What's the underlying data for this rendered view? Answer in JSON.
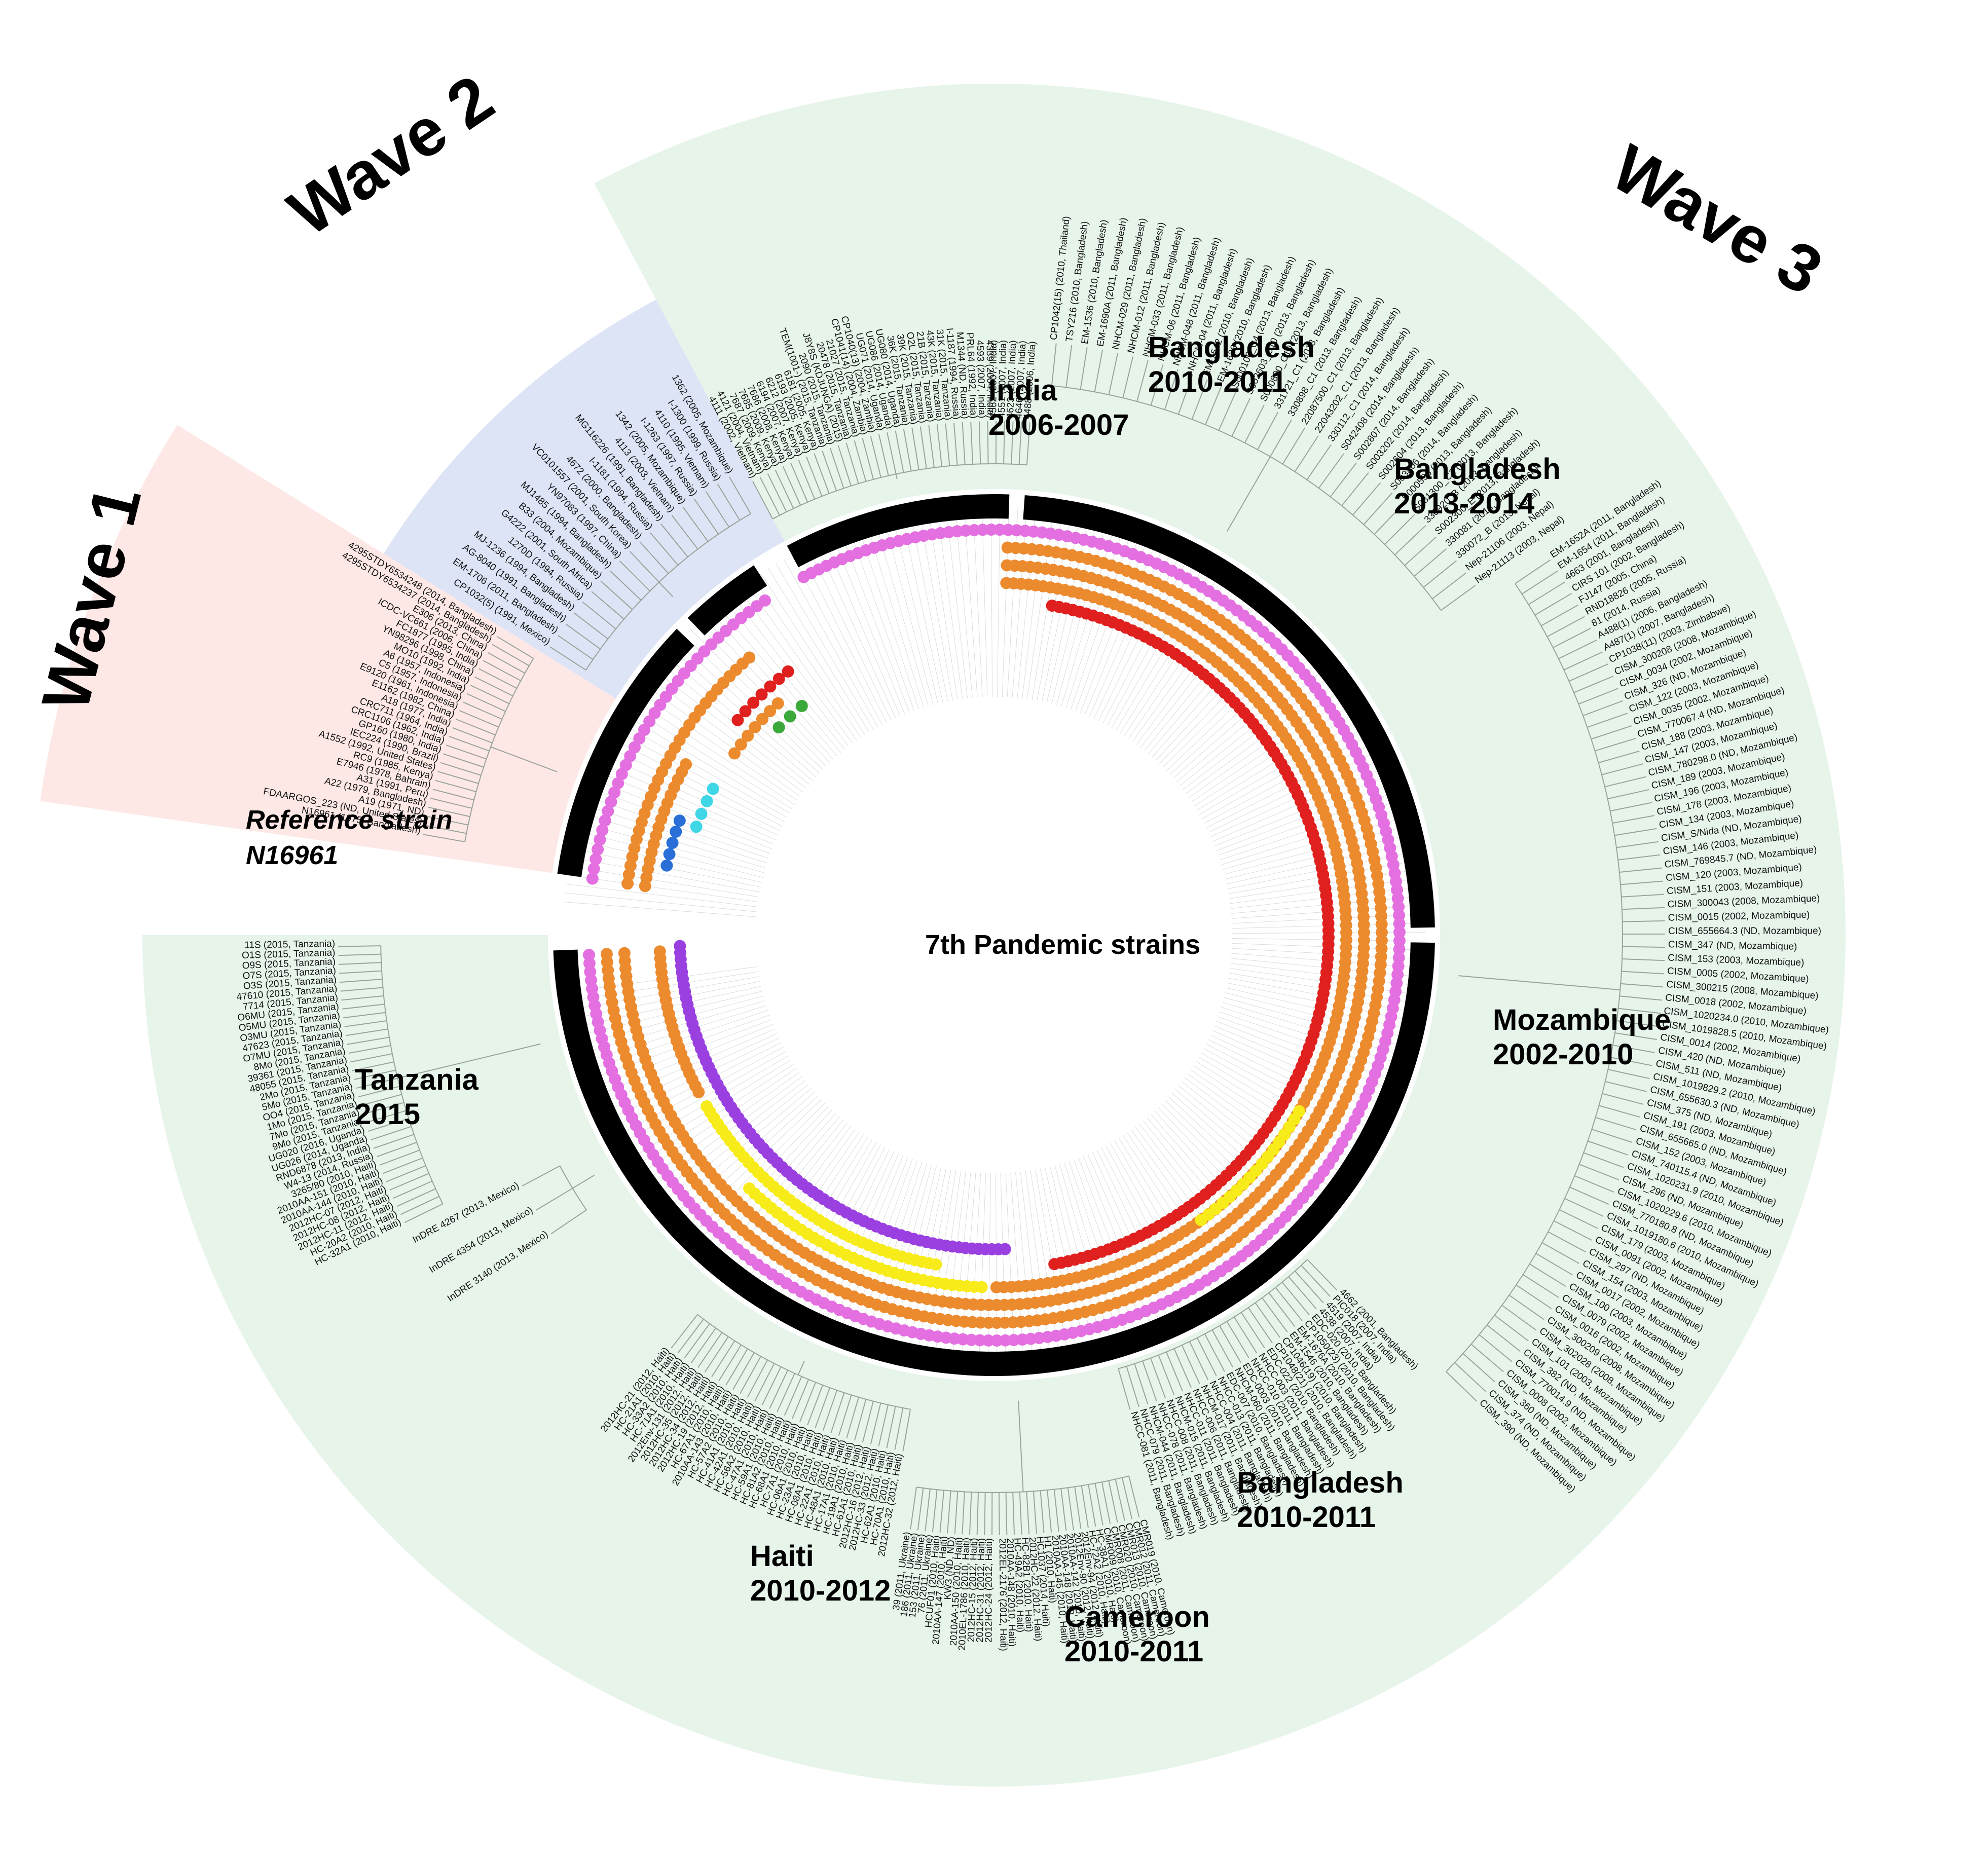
{
  "waves": [
    {
      "label": "Wave 1",
      "color": "#fde8e6"
    },
    {
      "label": "Wave 2",
      "color": "#dde4f6"
    },
    {
      "label": "Wave 3",
      "color": "#e6f4ea"
    }
  ],
  "lineages": [
    {
      "label": "India\n2006-2007"
    },
    {
      "label": "Bangladesh\n2010-2011"
    },
    {
      "label": "Bangladesh\n2013-2014"
    },
    {
      "label": "Mozambique\n2002-2010"
    },
    {
      "label": "Bangladesh\n2010-2011"
    },
    {
      "label": "Cameroon\n2010-2011"
    },
    {
      "label": "Haiti\n2010-2012"
    },
    {
      "label": "Tanzania\n2015"
    }
  ],
  "reference": {
    "line1": "Reference strain",
    "line2": "N16961"
  },
  "center_label": "7th Pandemic strains",
  "ring_colors": {
    "outer_bar": "#000000",
    "pink": "#e46fe0",
    "orange": "#ec8a2e",
    "yellow": "#f7ec1a",
    "red": "#e0201e",
    "purple": "#9a3fe0",
    "blue": "#2a6fd8",
    "cyan": "#3fd6e6",
    "green": "#3aa83a"
  },
  "leaves": {
    "wave1": [
      "N16961 (1975, Bangladesh)",
      "FDAARGOS_223 (ND, United States)",
      "A19 (1971, ND)",
      "A22 (1979, Bangladesh)",
      "A31 (1991, Peru)",
      "E7946 (1978, Bahrain)",
      "RC9 (1985, Kenya)",
      "A1552 (1992, United States)",
      "IEC224 (1990, Brazil)",
      "GP160 (1980, India)",
      "CRC1106 (1962, India)",
      "CRC711 (1964, India)",
      "A18 (1977, India)",
      "E1162 (1982, China)",
      "E9120 (1961, Indonesia)",
      "C5 (1957, Indonesia)",
      "A6 (1957, Indonesia)",
      "MO10 (1992, India)",
      "YN98296 (1998, China)",
      "FC1877 (1995, India)",
      "ICDC-VC661 (2006, China)",
      "E306 (2013, China)",
      "4295STDY6534237 (2014, Bangladesh)",
      "4295STDY6534248 (2014, Bangladesh)"
    ],
    "wave2": [
      "CP1032(5) (1991, Mexico)",
      "EM-1706 (2011, Bangladesh)",
      "AG-8040 (1991, Bangladesh)",
      "MJ-1236 (1994, Bangladesh)",
      "1270D (1994, Russia)",
      "G4222 (2001, South Africa)",
      "B33 (2004, Mozambique)",
      "MJ1485 (1994, Bangladesh)",
      "YN97083 (1997, China)",
      "VC0101557 (2001, South Korea)",
      "4672 (2000, Bangladesh)",
      "I-1181 (1994, Russia)",
      "MG116226 (1991, Bangladesh)",
      "4113 (2003, Vietnam)",
      "1342 (2005, Mozambique)",
      "I-1263 (1997, Russia)",
      "4110 (1995, Vietnam)",
      "I-1300 (1999, Russia)",
      "1362 (2005, Mozambique)"
    ],
    "wave3_a": [
      "4111 (2002, Vietnam)",
      "4121 (2004, Vietnam)",
      "7687 (2009, Kenya)",
      "7685 (2009, Kenya)",
      "7686 (2008, Kenya)",
      "6194 (2007, Kenya)",
      "6212 (2007, Kenya)",
      "6193 (2005, Kenya)",
      "6181 (2005, Kenya)",
      "TEM(1001-) (2015, Tanzania)",
      "2090 (2015, Tanzania)",
      "J8Y8S (KDJUNGA) (2015)",
      "20478 (2015, Tanzania)",
      "21027 (2015, Tanzania)",
      "CP1041(14) (2004, Zambia)",
      "CP1040(13) (2004, Zambia)",
      "UG071 (2014, Uganda)",
      "UG086 (2014, Uganda)",
      "UG080 (2014, Uganda)",
      "36K (2015, Tanzania)",
      "39K (2015, Tanzania)",
      "O2L (2015, Tanzania)",
      "21B (2015, Tanzania)",
      "43K (2015, Tanzania)",
      "31K (2015, Tanzania)",
      "I-1187 (1994, Russia)",
      "M1344 (ND, Russia)",
      "PRL64 (1992, India)",
      "4593 (2007, India)",
      "4339 (2004, India)",
      "4552 (2007, India)",
      "4551 (2007, India)",
      "4623 (2007, India)",
      "4646 (2007, India)",
      "4488 (2006, India)"
    ],
    "wave3_b": [
      "CP1042(15) (2010, Thailand)",
      "TSY216 (2010, Bangladesh)",
      "EM-1536 (2010, Bangladesh)",
      "EM-1690A (2011, Bangladesh)",
      "NHCM-029 (2011, Bangladesh)",
      "NHCM-012 (2011, Bangladesh)",
      "NHCM-033 (2011, Bangladesh)",
      "NHCM-06 (2011, Bangladesh)",
      "NHCM-048 (2011, Bangladesh)",
      "NHCM-04 (2011, Bangladesh)",
      "EM-1542 (2010, Bangladesh)",
      "EM-1626 (2010, Bangladesh)",
      "S000106_C4 (2013, Bangladesh)",
      "S002603_C10 (2013, Bangladesh)",
      "S000800_C10 (2013, Bangladesh)",
      "331721_C1 (2013, Bangladesh)",
      "330898_C1 (2013, Bangladesh)",
      "22087500_C1 (2013, Bangladesh)",
      "22043202_C1 (2013, Bangladesh)",
      "330112_C1 (2014, Bangladesh)",
      "S042408 (2014, Bangladesh)",
      "S002807 (2014, Bangladesh)",
      "S003202 (2014, Bangladesh)",
      "S002604 (2013, Bangladesh)",
      "S003806 (2014, Bangladesh)",
      "S000596 (2013, Bangladesh)",
      "S081300_C2 (2013, Bangladesh)",
      "330920_B (2013, Bangladesh)",
      "S002300_E (2013, Bangladesh)",
      "330081 (2014, Bangladesh)",
      "330072_B (2013, Nepal)",
      "Nep-21106 (2003, Nepal)",
      "Nep-21113 (2003, Nepal)"
    ],
    "wave3_c": [
      "EM-1652A (2011, Bangladesh)",
      "EM-1654 (2011, Bangladesh)",
      "4663 (2001, Bangladesh)",
      "CIRS 101 (2002, Bangladesh)",
      "FJ147 (2005, China)",
      "RND18826 (2005, Russia)",
      "81 (2014, Russia)",
      "A488(1) (2006, Bangladesh)",
      "A487(1) (2007, Bangladesh)",
      "CP1038(11) (2003, Zimbabwe)",
      "CISM_300208 (2008, Mozambique)",
      "CISM_0034 (2002, Mozambique)",
      "CISM_326 (ND, Mozambique)",
      "CISM_122 (2003, Mozambique)",
      "CISM_0035 (2002, Mozambique)",
      "CISM_770067.4 (ND, Mozambique)",
      "CISM_188 (2003, Mozambique)",
      "CISM_147 (2003, Mozambique)",
      "CISM_780298.0 (ND, Mozambique)",
      "CISM_189 (2003, Mozambique)",
      "CISM_196 (2003, Mozambique)",
      "CISM_178 (2003, Mozambique)",
      "CISM_134 (2003, Mozambique)",
      "CISM_S/Nida (ND, Mozambique)",
      "CISM_146 (2003, Mozambique)",
      "CISM_769845.7 (ND, Mozambique)",
      "CISM_120 (2003, Mozambique)",
      "CISM_151 (2003, Mozambique)",
      "CISM_300043 (2008, Mozambique)",
      "CISM_0015 (2002, Mozambique)",
      "CISM_655664.3 (ND, Mozambique)",
      "CISM_347 (ND, Mozambique)",
      "CISM_153 (2003, Mozambique)",
      "CISM_0005 (2002, Mozambique)",
      "CISM_300215 (2008, Mozambique)",
      "CISM_0018 (2002, Mozambique)",
      "CISM_1020234.0 (2010, Mozambique)",
      "CISM_1019828.5 (2010, Mozambique)",
      "CISM_0014 (2002, Mozambique)",
      "CISM_420 (ND, Mozambique)",
      "CISM_511 (ND, Mozambique)",
      "CISM_1019829.2 (2010, Mozambique)",
      "CISM_655630.3 (ND, Mozambique)",
      "CISM_375 (ND, Mozambique)",
      "CISM_191 (2003, Mozambique)",
      "CISM_655665.0 (ND, Mozambique)",
      "CISM_152 (2003, Mozambique)",
      "CISM_740115.4 (ND, Mozambique)",
      "CISM_1020231.9 (2010, Mozambique)",
      "CISM_296 (ND, Mozambique)",
      "CISM_1020229.6 (2010, Mozambique)",
      "CISM_770180.8 (ND, Mozambique)",
      "CISM_1019180.6 (2010, Mozambique)",
      "CISM_179 (2003, Mozambique)",
      "CISM_0091 (2002, Mozambique)",
      "CISM_297 (ND, Mozambique)",
      "CISM_154 (2003, Mozambique)",
      "CISM_0017 (2002, Mozambique)",
      "CISM_100 (2003, Mozambique)",
      "CISM_0079 (2002, Mozambique)",
      "CISM_0016 (2002, Mozambique)",
      "CISM_300209 (2008, Mozambique)",
      "CISM_302028 (2008, Mozambique)",
      "CISM_101 (2003, Mozambique)",
      "CISM_382 (ND, Mozambique)",
      "CISM_770014.9 (ND, Mozambique)",
      "CISM_0008 (2002, Mozambique)",
      "CISM_360 (ND, Mozambique)",
      "CISM_374 (ND, Mozambique)",
      "CISM_390 (ND, Mozambique)"
    ],
    "wave3_d": [
      "4662 (2001, Bangladesh)",
      "PIC018 (2007, India)",
      "4519 (2007, India)",
      "4538 (2007, India)",
      "EDC-020 (2010, Bangladesh)",
      "CP1050(23) (2010, Bangladesh)",
      "EM-1676A (2010, Bangladesh)",
      "EM-1546 (2010, Bangladesh)",
      "CP1046(19) (2010, Bangladesh)",
      "CP1048(21) (2010, Bangladesh)",
      "EDC-022 (2010, Bangladesh)",
      "NHCC-003 (2011, Bangladesh)",
      "NHCC-010 (2011, Bangladesh)",
      "EDC-0003 (2010, Bangladesh)",
      "NHCM-060 (2011, Bangladesh)",
      "EDC-007 (2010, Bangladesh)",
      "NHCC-013 (2011, Bangladesh)",
      "NHCC-004 (2011, Bangladesh)",
      "NHCM-017 (2011, Bangladesh)",
      "NHCC-006 (2011, Bangladesh)",
      "NHCC-011 (2011, Bangladesh)",
      "NHCM-015 (2011, Bangladesh)",
      "NHCC-008 (2011, Bangladesh)",
      "NHCC-078 (2011, Bangladesh)",
      "NHCM-044 (2011, Bangladesh)",
      "NHCC-079 (2011, Bangladesh)",
      "NHCC-081 (2011, Bangladesh)"
    ],
    "wave3_e": [
      "CMR019 (2010, Cameroon)",
      "CMR012 (2011, Cameroon)",
      "CMR013 (2010, Cameroon)",
      "CMR020 (2010, Cameroon)",
      "CMR008 (2011, Cameroon)",
      "CMR009 (2010, Cameroon)",
      "HC-38A1 (2010, Haiti)",
      "HC-72A2 (2010, Haiti)",
      "2012Env-94 (2012, Haiti)",
      "2012Env-90 (2012, Haiti)",
      "2010AA-142 (2010, Haiti)",
      "2010AA-148 (2010, Haiti)",
      "2010AA-145 (2010, Haiti)",
      "H1 (2010, Haiti)",
      "HC1037 (2014, Haiti)",
      "2012HC-22 (2012, Haiti)",
      "HC-82B1 (2010, Haiti)",
      "HC-49A2 (2010, Haiti)",
      "2010AA-148 (2010, Haiti)",
      "2012EL-2176 (2012, Haiti)",
      "2012HC-24 (2012, Haiti)",
      "2012HC-31 (2012, Haiti)",
      "2012HC-15 (2012, Haiti)",
      "2010EL-1786 (2010, Haiti)",
      "2010AA-150 (2010, Haiti)",
      "KW3 (ND, ND)",
      "2010AA-147 (2010, Haiti)",
      "HCUF01 (2010, Haiti)",
      "76 (2011, Ukraine)",
      "153 (2011, Ukraine)",
      "186 (2011, Ukraine)",
      "39 (2011, Ukraine)"
    ],
    "wave3_f": [
      "2012HC-32 (2012, Haiti)",
      "HC-70A1 (2010, Haiti)",
      "HC-62A1 (2010, Haiti)",
      "2012HC-33 (2012, Haiti)",
      "2012HC-16 (2012, Haiti)",
      "HC-61A1 (2010, Haiti)",
      "HC-19A1 (2010, Haiti)",
      "HC-17A1 (2010, Haiti)",
      "HC-48A1 (2010, Haiti)",
      "HC-22A1 (2010, Haiti)",
      "HC-08A1 (2010, Haiti)",
      "HC-23A1 (2010, Haiti)",
      "HC-06A1 (2010, Haiti)",
      "HC-7A1 (2010, Haiti)",
      "HC-68A1 (2010, Haiti)",
      "HC-81A2 (2010, Haiti)",
      "HC-59A1 (2010, Haiti)",
      "HC-47A1 (2010, Haiti)",
      "HC-56A2 (2010, Haiti)",
      "HC-42A1 (2010, Haiti)",
      "HC-41A1 (2010, Haiti)",
      "HC-57A2 (2010, Haiti)",
      "2010AA-143 (2010, Haiti)",
      "HC-67A1 (2010, Haiti)",
      "2012HC-19 (2012, Haiti)",
      "2012HC-34 (2012, Haiti)",
      "2012HC-35 (2012, Haiti)",
      "2012Env-131 (2012, Haiti)",
      "HC-71A1 (2010, Haiti)",
      "HC-33A2 (2010, Haiti)",
      "HC-21A1 (2010, Haiti)",
      "2012HC-21 (2012, Haiti)"
    ],
    "wave3_g": [
      "InDRE 3140 (2013, Mexico)",
      "InDRE 4354 (2013, Mexico)",
      "InDRE 4267 (2013, Mexico)"
    ],
    "wave3_h": [
      "HC-32A1 (2010, Haiti)",
      "HC-20A2 (2010, Haiti)",
      "2012HC-11 (2012, Haiti)",
      "2012HC-08 (2012, Haiti)",
      "2012HC-07 (2012, Haiti)",
      "2010AA-144 (2010, Haiti)",
      "2010AA-151 (2010, Haiti)",
      "3265/80 (2010, Haiti)",
      "W4-13 (2014, Russia)",
      "RND6878 (2013, India)",
      "UG026 (2014, Uganda)",
      "UG020 (2016, Uganda)",
      "9Mo (2015, Tanzania)",
      "7Mo (2015, Tanzania)",
      "1Mo (2015, Tanzania)",
      "OO4 (2015, Tanzania)",
      "5Mo (2015, Tanzania)",
      "2Mo (2015, Tanzania)",
      "48055 (2015, Tanzania)",
      "39361 (2015, Tanzania)",
      "8Mo (2015, Tanzania)",
      "O7MU (2015, Tanzania)",
      "47623 (2015, Tanzania)",
      "O3MU (2015, Tanzania)",
      "O5MU (2015, Tanzania)",
      "O6MU (2015, Tanzania)",
      "7714 (2015, Tanzania)",
      "47610 (2015, Tanzania)",
      "O3S (2015, Tanzania)",
      "O7S (2015, Tanzania)",
      "O9S (2015, Tanzania)",
      "O1S (2015, Tanzania)",
      "11S (2015, Tanzania)"
    ]
  }
}
